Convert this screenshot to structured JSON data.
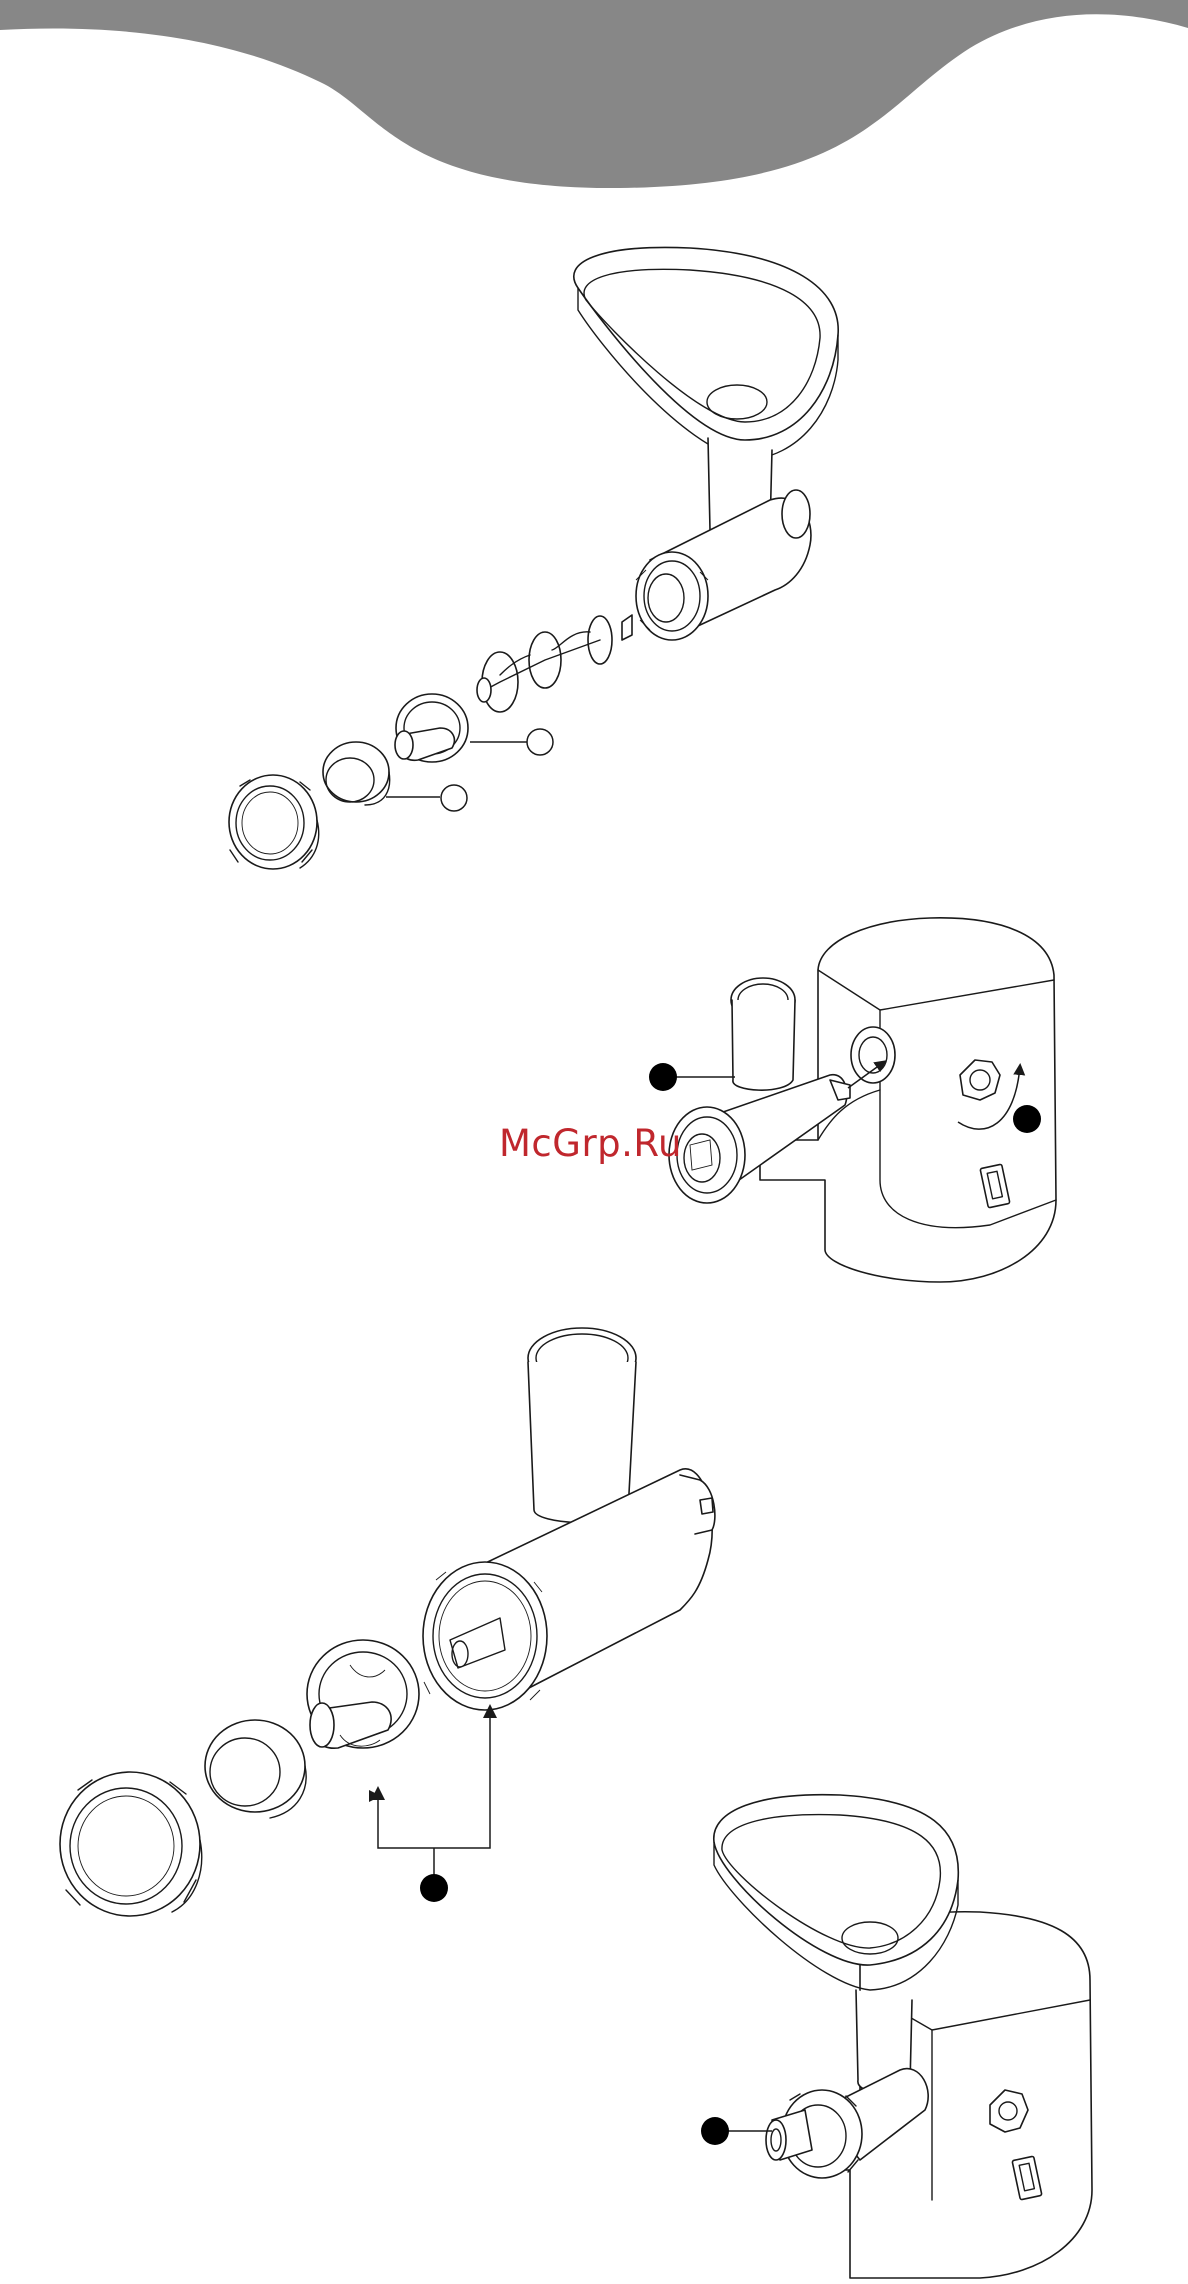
{
  "header": {
    "band_color": "#878787"
  },
  "watermark": {
    "text": "McGrp.Ru",
    "color": "#c0272d"
  },
  "figures": {
    "exploded_assembly": {
      "callout_markers": [
        "open-circle",
        "open-circle"
      ]
    },
    "attach_to_motor": {
      "callout_markers": [
        "filled-dot",
        "filled-dot"
      ],
      "indicator_icons": [
        "push-arrow-icon",
        "rotate-arrow-icon"
      ]
    },
    "insert_parts": {
      "callout_markers": [
        "filled-dot"
      ]
    },
    "assembled_unit": {
      "callout_markers": [
        "filled-dot"
      ]
    }
  }
}
